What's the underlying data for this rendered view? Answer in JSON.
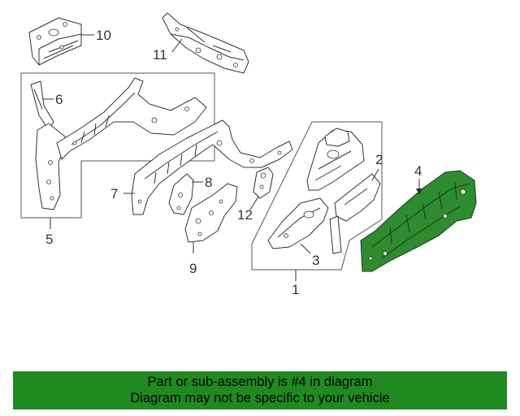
{
  "diagram": {
    "callouts": [
      {
        "id": "1",
        "label": "1"
      },
      {
        "id": "2",
        "label": "2"
      },
      {
        "id": "3",
        "label": "3"
      },
      {
        "id": "4",
        "label": "4"
      },
      {
        "id": "5",
        "label": "5"
      },
      {
        "id": "6",
        "label": "6"
      },
      {
        "id": "7",
        "label": "7"
      },
      {
        "id": "8",
        "label": "8"
      },
      {
        "id": "9",
        "label": "9"
      },
      {
        "id": "10",
        "label": "10"
      },
      {
        "id": "11",
        "label": "11"
      },
      {
        "id": "12",
        "label": "12"
      }
    ],
    "highlighted_part": "4",
    "highlight_color": "#2e8b2e"
  },
  "banner": {
    "line1": "Part or sub-assembly is #4 in diagram",
    "line2": "Diagram may not be specific to your vehicle",
    "background": "#1f8a1f"
  }
}
